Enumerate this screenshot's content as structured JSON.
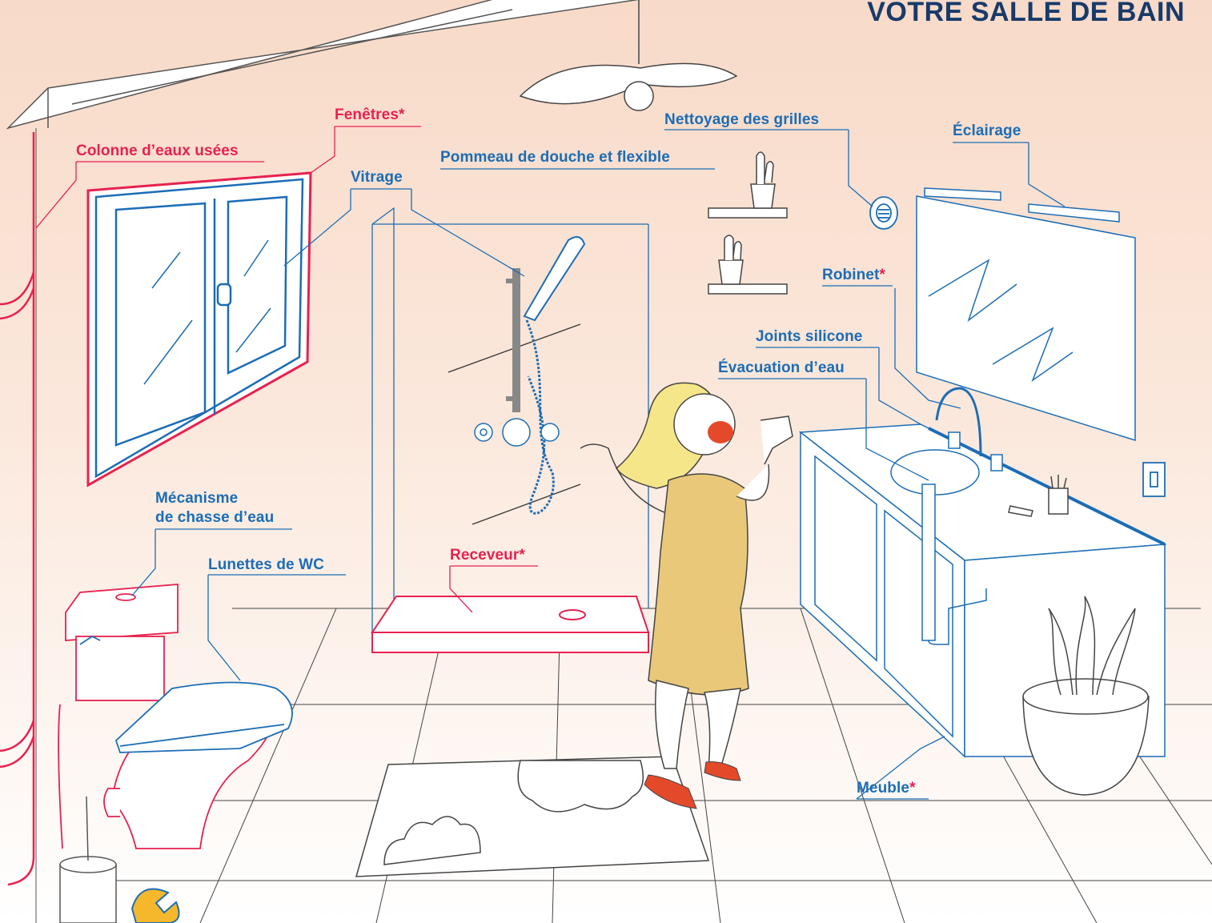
{
  "title": "VOTRE SALLE DE BAIN",
  "colors": {
    "blue": "#1b6db5",
    "red": "#e8214f",
    "title": "#173a6a",
    "towel": "#e9c87a",
    "hair": "#f5e68a",
    "slippers": "#e44a2a"
  },
  "labels": {
    "fenetres": {
      "text": "Fenêtres",
      "asterisk": "*"
    },
    "colonne": {
      "text": "Colonne d’eaux usées"
    },
    "vitrage": {
      "text": "Vitrage"
    },
    "pommeau": {
      "text": "Pommeau de douche et flexible"
    },
    "nettoyage": {
      "text": "Nettoyage des grilles"
    },
    "eclairage": {
      "text": "Éclairage"
    },
    "robinet": {
      "text": "Robinet",
      "asterisk": "*"
    },
    "joints": {
      "text": "Joints silicone"
    },
    "evacuation": {
      "text": "Évacuation d’eau"
    },
    "mecanisme_1": {
      "text": "Mécanisme"
    },
    "mecanisme_2": {
      "text": "de chasse d’eau"
    },
    "lunettes": {
      "text": "Lunettes de WC"
    },
    "receveur": {
      "text": "Receveur",
      "asterisk": "*"
    },
    "meuble": {
      "text": "Meuble",
      "asterisk": "*"
    }
  }
}
